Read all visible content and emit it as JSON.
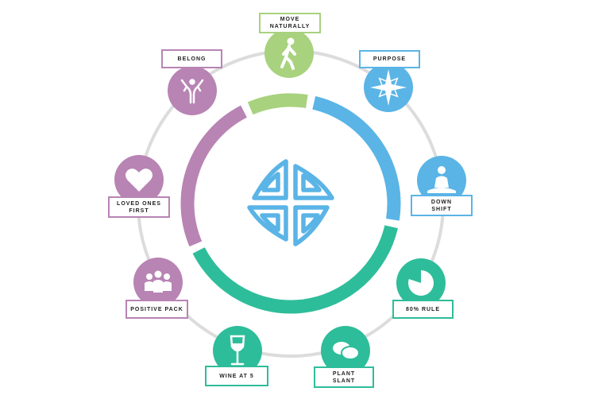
{
  "colors": {
    "green": "#a8d27e",
    "blue": "#5ab4e6",
    "teal": "#2ebd9a",
    "purple": "#b884b4",
    "outer_ring": "#dcdcdc"
  },
  "items": [
    {
      "key": "move-naturally",
      "label": "MOVE\nNATURALLY",
      "color": "green",
      "icon": "walking-person-icon"
    },
    {
      "key": "purpose",
      "label": "PURPOSE",
      "color": "blue",
      "icon": "compass-star-icon"
    },
    {
      "key": "down-shift",
      "label": "DOWN\nSHIFT",
      "color": "blue",
      "icon": "meditation-icon"
    },
    {
      "key": "80-rule",
      "label": "80% RULE",
      "color": "teal",
      "icon": "pie-chart-icon"
    },
    {
      "key": "plant-slant",
      "label": "PLANT\nSLANT",
      "color": "teal",
      "icon": "beans-icon"
    },
    {
      "key": "wine-at-5",
      "label": "WINE AT 5",
      "color": "teal",
      "icon": "wine-glass-icon"
    },
    {
      "key": "positive-pack",
      "label": "POSITIVE PACK",
      "color": "purple",
      "icon": "group-people-icon"
    },
    {
      "key": "loved-ones-first",
      "label": "LOVED ONES\nFIRST",
      "color": "purple",
      "icon": "heart-icon"
    },
    {
      "key": "belong",
      "label": "BELONG",
      "color": "purple",
      "icon": "hands-icon"
    }
  ],
  "center_logo": "blue-zones-logo-icon"
}
